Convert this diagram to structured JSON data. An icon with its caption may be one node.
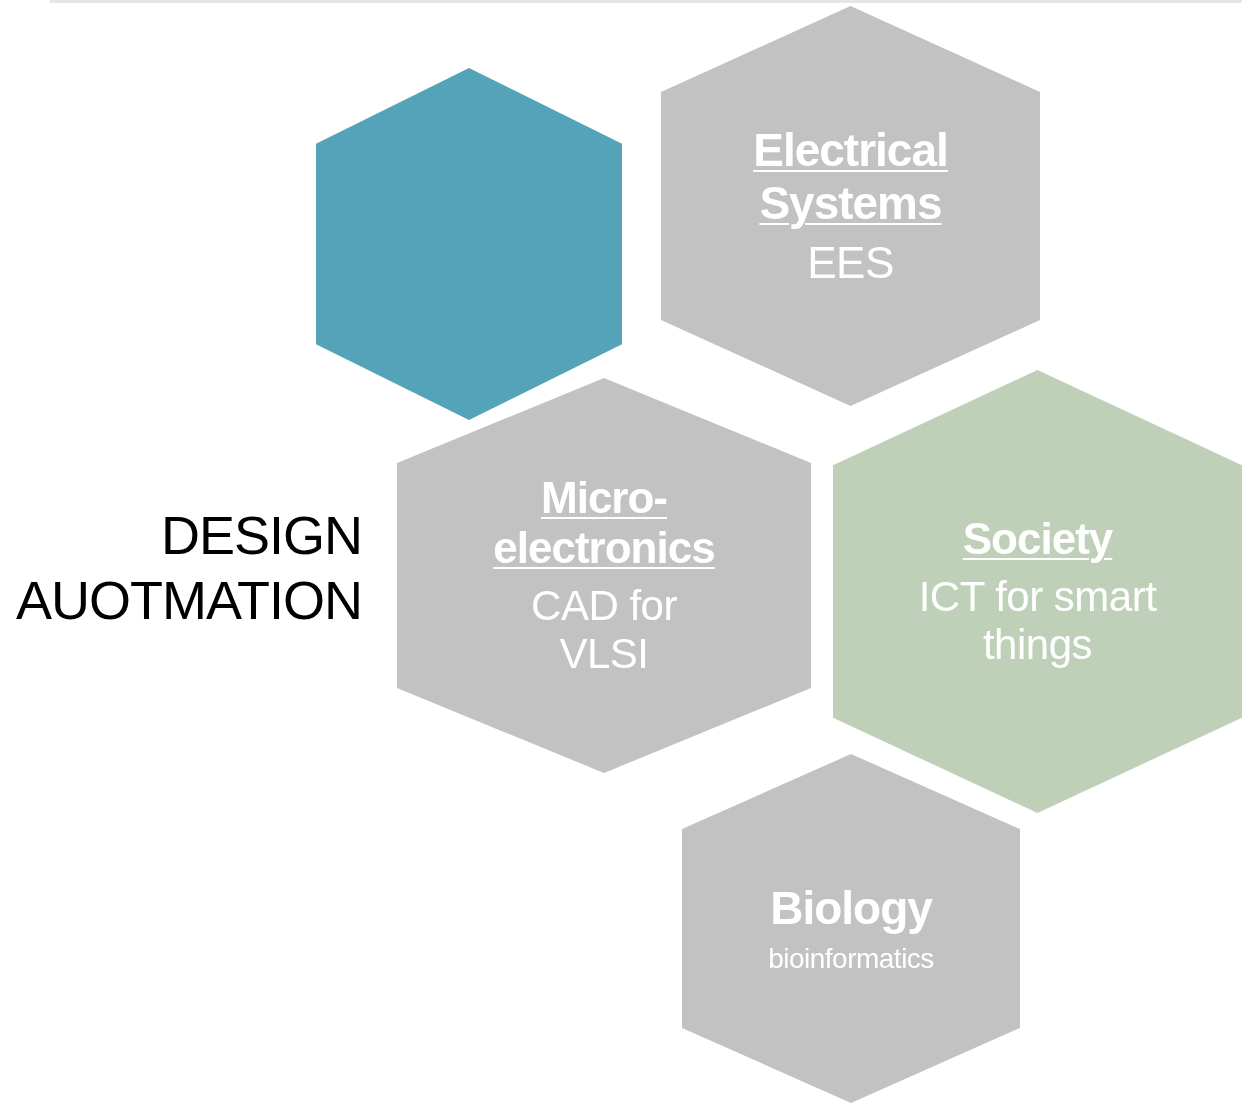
{
  "diagram": {
    "nodes": [
      {
        "text": [],
        "shape": "hexagon"
      },
      {
        "text": [
          "Electrical Systems",
          "EES"
        ]
      },
      {
        "text": [
          "Micro- electronics",
          "CAD for VLSI"
        ]
      },
      {
        "text": [
          "Society",
          "ICT for smart things"
        ]
      },
      {
        "text": [
          "Biology",
          "bioinformatics"
        ]
      }
    ],
    "labels": [
      "DESIGN AUOTMATION"
    ]
  }
}
